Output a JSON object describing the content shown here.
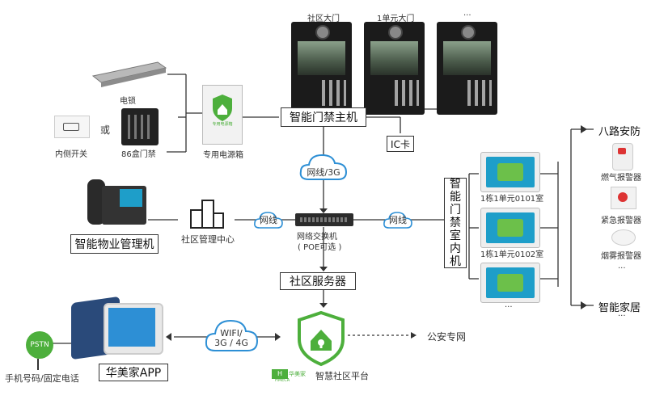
{
  "door_stations": [
    "社区大门",
    "1单元大门",
    "···"
  ],
  "left_devices": {
    "lock": "电锁",
    "or_text": "或",
    "exit_button": "内侧开关",
    "keypad": "86盒门禁",
    "power_box": "专用电源箱",
    "power_box_sign": "专用电源箱"
  },
  "main_host": "智能门禁主机",
  "ic_card": "IC卡",
  "cloud_top": "网线/3G",
  "switch": {
    "label": "网络交换机",
    "sub": "( POE可选 )"
  },
  "cloud_left": "网线",
  "cloud_right": "网线",
  "management_center": "社区管理中心",
  "property_terminal": "智能物业管理机",
  "server": "社区服务器",
  "indoor_unit": "智能门禁室内机",
  "indoor_rooms": [
    "1栋1单元0101室",
    "1栋1单元0102室",
    "···"
  ],
  "security": {
    "title": "八路安防",
    "items": [
      "燃气报警器",
      "紧急报警器",
      "烟雾报警器",
      "···"
    ]
  },
  "smart_home": {
    "title": "智能家居",
    "more": "···"
  },
  "wifi_cloud": "WIFI/\n3G / 4G",
  "public_net": "公安专网",
  "platform": {
    "brand": "华美家",
    "brand_en": "HMECA",
    "name": "智慧社区平台"
  },
  "app": "华美家APP",
  "pstn": "PSTN",
  "phone_label": "手机号码/固定电话",
  "colors": {
    "green": "#4daf3c",
    "cloud_blue": "#2d8fd5",
    "line": "#333333"
  }
}
